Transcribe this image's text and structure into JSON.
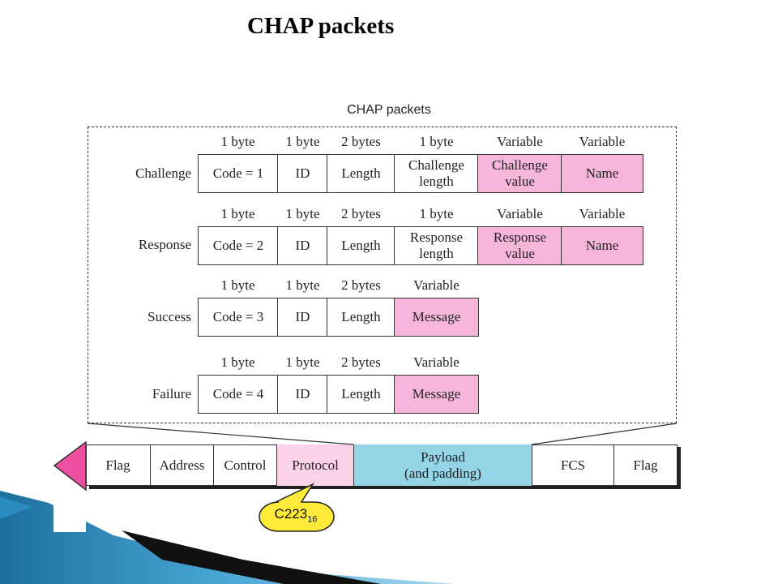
{
  "slide_title": "CHAP packets",
  "diagram_title": "CHAP packets",
  "packets": [
    {
      "name": "Challenge",
      "headers": [
        "1 byte",
        "1 byte",
        "2 bytes",
        "1 byte",
        "Variable",
        "Variable"
      ],
      "fields": [
        "Code = 1",
        "ID",
        "Length",
        "Challenge\nlength",
        "Challenge\nvalue",
        "Name"
      ],
      "highlight": [
        false,
        false,
        false,
        false,
        true,
        true
      ]
    },
    {
      "name": "Response",
      "headers": [
        "1 byte",
        "1 byte",
        "2 bytes",
        "1 byte",
        "Variable",
        "Variable"
      ],
      "fields": [
        "Code = 2",
        "ID",
        "Length",
        "Response\nlength",
        "Response\nvalue",
        "Name"
      ],
      "highlight": [
        false,
        false,
        false,
        false,
        true,
        true
      ]
    },
    {
      "name": "Success",
      "headers": [
        "1 byte",
        "1 byte",
        "2 bytes",
        "Variable"
      ],
      "fields": [
        "Code = 3",
        "ID",
        "Length",
        "Message"
      ],
      "highlight": [
        false,
        false,
        false,
        true
      ]
    },
    {
      "name": "Failure",
      "headers": [
        "1 byte",
        "1 byte",
        "2 bytes",
        "Variable"
      ],
      "fields": [
        "Code = 4",
        "ID",
        "Length",
        "Message"
      ],
      "highlight": [
        false,
        false,
        false,
        true
      ]
    }
  ],
  "frame": {
    "fields": [
      "Flag",
      "Address",
      "Control",
      "Protocol",
      "Payload\n(and padding)",
      "FCS",
      "Flag"
    ]
  },
  "callout": {
    "value": "C223",
    "subscript": "16"
  },
  "colors": {
    "field_highlight": "#f6b6dc",
    "protocol_fill": "#fbd2e8",
    "payload_fill": "#93d5e6",
    "arrow_fill": "#ee4fa0",
    "callout_fill": "#ffea3a"
  }
}
